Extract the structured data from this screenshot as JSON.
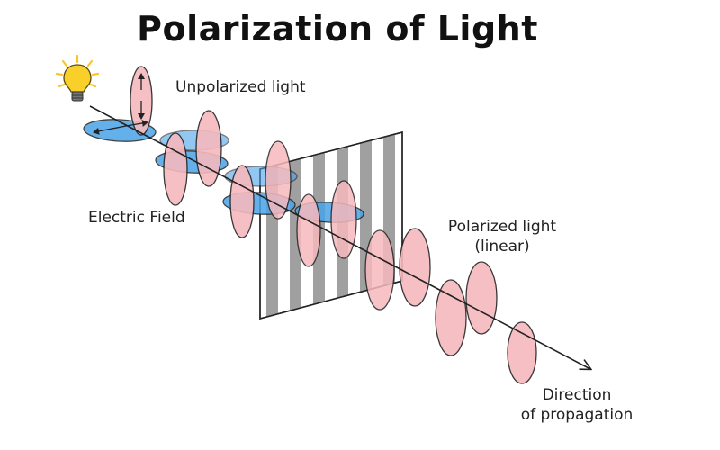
{
  "title": "Polarization of Light",
  "labels": {
    "unpolarized": "Unpolarized light",
    "electric_field": "Electric Field",
    "polarized_line1": "Polarized light",
    "polarized_line2": "(linear)",
    "direction_line1": "Direction",
    "direction_line2": "of propagation"
  },
  "colors": {
    "vertical_wave_fill": "#f6b9bd",
    "horizontal_wave_fill": "#4aa3e8",
    "filter_stripe": "#a0a0a0",
    "bulb_glow": "#f7c72a",
    "outline": "#222222"
  },
  "icons": {
    "light_source": "light-bulb-icon"
  }
}
